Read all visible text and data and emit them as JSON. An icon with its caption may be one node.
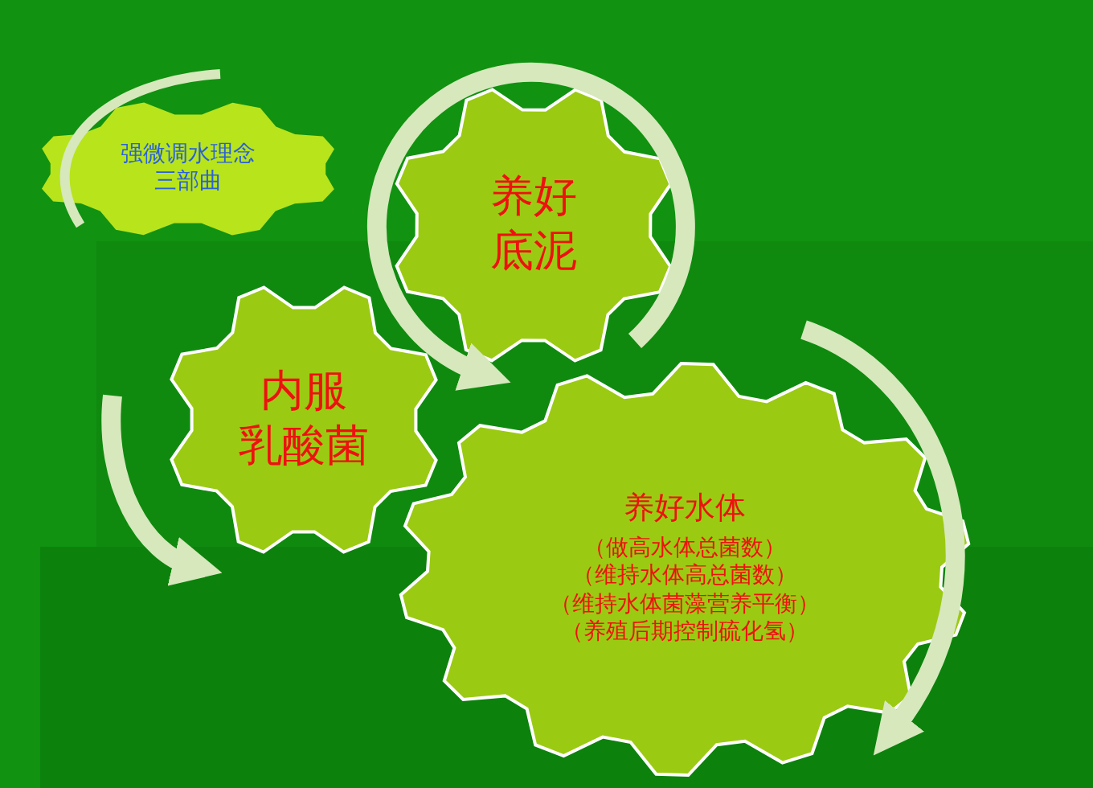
{
  "diagram": {
    "nodes": [
      {
        "text": [
          "强微调水理念三部曲"
        ]
      },
      {
        "text": [
          "养好底泥"
        ]
      },
      {
        "text": [
          "内服",
          "乳酸菌"
        ]
      },
      {
        "text": [
          "养好水体",
          "（做高水体总菌数）",
          "（维持水体高总菌数）",
          "（维持水体菌藻营养平衡）",
          "（养殖后期控制硫化氢）"
        ]
      }
    ]
  }
}
